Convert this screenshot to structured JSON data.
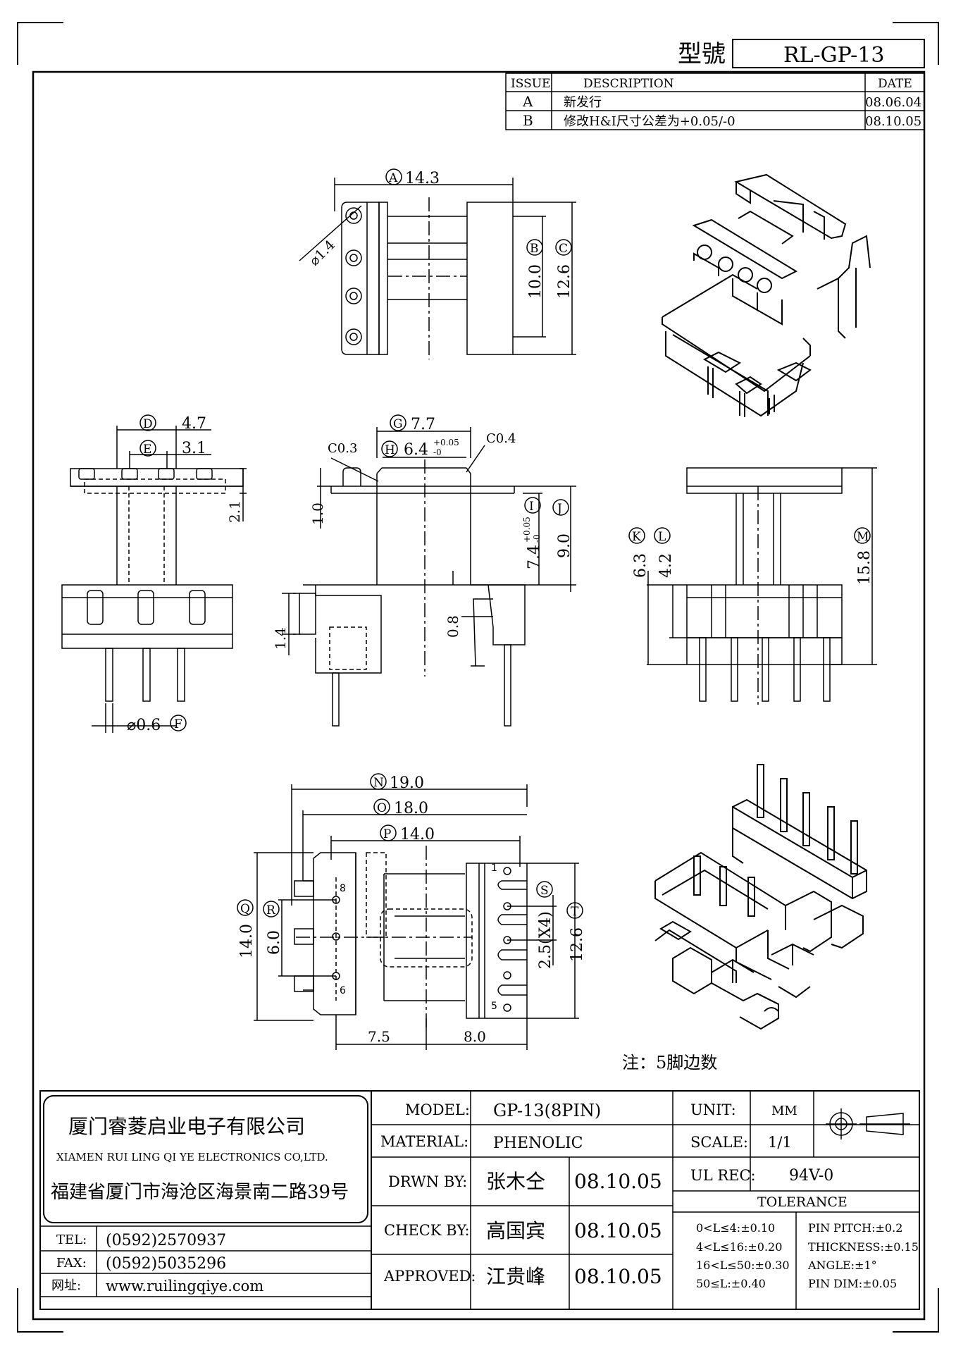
{
  "title_block": {
    "model_label": "型號",
    "model_no": "RL-GP-13"
  },
  "revisions": {
    "headers": [
      "ISSUE",
      "DESCRIPTION",
      "DATE"
    ],
    "rows": [
      {
        "issue": "A",
        "description": "新发行",
        "date": "08.06.04"
      },
      {
        "issue": "B",
        "description": "修改H&I尺寸公差为+0.05/-0",
        "date": "08.10.05"
      }
    ]
  },
  "dimensions": {
    "A": {
      "letter": "A",
      "value": "14.3"
    },
    "dia14": "⌀1.4",
    "B": {
      "letter": "B",
      "value": "10.0"
    },
    "C": {
      "letter": "C",
      "value": "12.6"
    },
    "D": {
      "letter": "D",
      "value": "4.7"
    },
    "E": {
      "letter": "E",
      "value": "3.1"
    },
    "v21": "2.1",
    "F": {
      "letter": "F",
      "value": "⌀0.6"
    },
    "G": {
      "letter": "G",
      "value": "7.7"
    },
    "H": {
      "letter": "H",
      "value": "6.4",
      "tol_up": "+0.05",
      "tol_low": "-0"
    },
    "C03": "C0.3",
    "C04": "C0.4",
    "v10": "1.0",
    "I": {
      "letter": "I",
      "value": "7.4",
      "tol_up": "+0.05",
      "tol_low": "-0"
    },
    "J": {
      "letter": "J",
      "value": "9.0"
    },
    "v14": "1.4",
    "v08": "0.8",
    "K": {
      "letter": "K",
      "value": "6.3"
    },
    "L": {
      "letter": "L",
      "value": "4.2"
    },
    "M": {
      "letter": "M",
      "value": "15.8"
    },
    "N": {
      "letter": "N",
      "value": "19.0"
    },
    "O": {
      "letter": "O",
      "value": "18.0"
    },
    "P": {
      "letter": "P",
      "value": "14.0"
    },
    "Q": {
      "letter": "Q",
      "value": "14.0"
    },
    "R": {
      "letter": "R",
      "value": "6.0"
    },
    "S": {
      "letter": "S",
      "value": "2.5(X4)"
    },
    "T": {
      "letter": "T",
      "value": "12.6"
    },
    "v75": "7.5",
    "v80": "8.0"
  },
  "pins": {
    "p1": "1",
    "p5": "5",
    "p6": "6",
    "p8": "8"
  },
  "note": "注：5脚边数",
  "company": {
    "name_cn": "厦门睿菱启业电子有限公司",
    "name_en": "XIAMEN RUI LING QI YE ELECTRONICS CO,LTD.",
    "address": "福建省厦门市海沧区海景南二路39号",
    "tel_label": "TEL:",
    "tel": "(0592)2570937",
    "fax_label": "FAX:",
    "fax": "(0592)5035296",
    "web_label": "网址:",
    "web": "www.ruilingqiye.com"
  },
  "info": {
    "model_label": "MODEL:",
    "model": "GP-13(8PIN)",
    "unit_label": "UNIT:",
    "unit": "MM",
    "material_label": "MATERIAL:",
    "material": "PHENOLIC",
    "scale_label": "SCALE:",
    "scale": "1/1",
    "drawn_label": "DRWN BY:",
    "drawn_by": "张木仝",
    "drawn_date": "08.10.05",
    "ul_label": "UL REC:",
    "ul": "94V-0",
    "check_label": "CHECK BY:",
    "check_by": "高国宾",
    "check_date": "08.10.05",
    "approved_label": "APPROVED:",
    "approved_by": "江贵峰",
    "approved_date": "08.10.05"
  },
  "tolerance": {
    "title": "TOLERANCE",
    "left": [
      "0<L≤4:±0.10",
      "4<L≤16:±0.20",
      "16<L≤50:±0.30",
      "50≤L:±0.40"
    ],
    "right": [
      "PIN PITCH:±0.2",
      "THICKNESS:±0.15",
      "ANGLE:±1°",
      "PIN DIM:±0.05"
    ]
  }
}
